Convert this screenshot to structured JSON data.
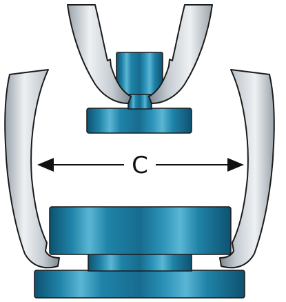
{
  "dimension": {
    "label": "C"
  },
  "colors": {
    "part_fill": "#1f83a8",
    "part_dark": "#0e5170",
    "part_light": "#5bb6d4",
    "jaw_fill": "#c5ccd2",
    "jaw_light": "#eef1f3",
    "jaw_dark": "#7d8790",
    "outline": "#1a1a1a",
    "arrow": "#111111"
  },
  "icons": {
    "arrow_left": "arrowhead-left",
    "arrow_right": "arrowhead-right"
  }
}
